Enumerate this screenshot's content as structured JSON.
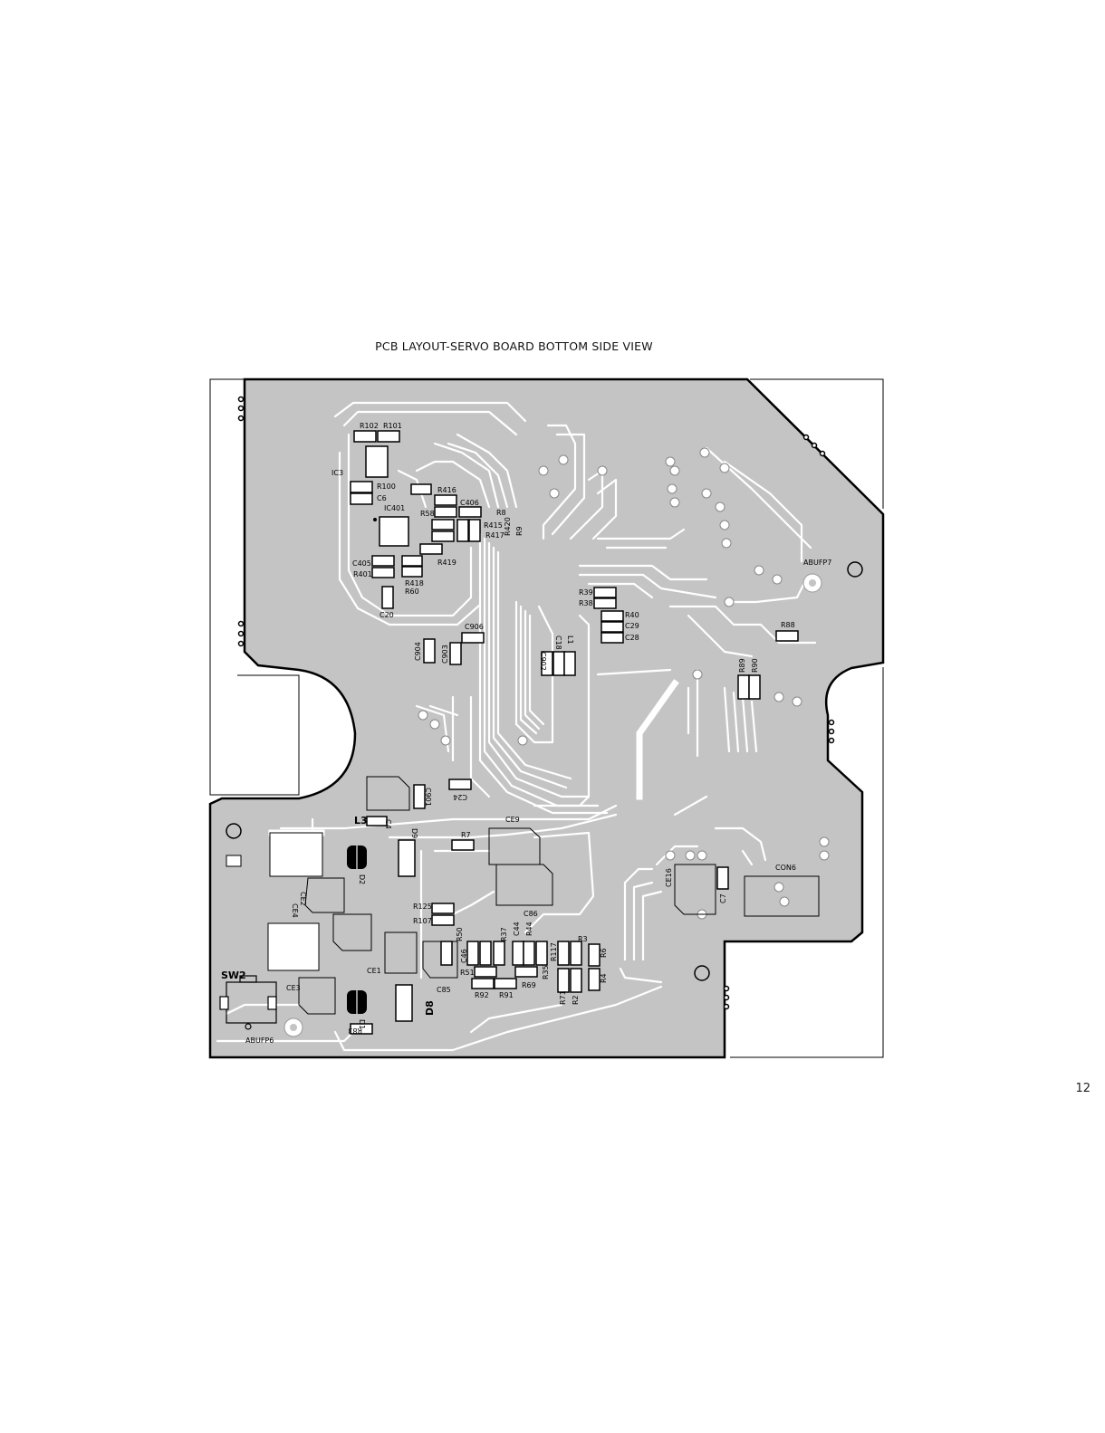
{
  "page": {
    "title": "PCB LAYOUT-SERVO BOARD BOTTOM SIDE VIEW",
    "page_number": "12"
  },
  "colors": {
    "board_fill": "#c4c4c4",
    "outline": "#000000",
    "trace": "#ffffff",
    "pad": "#ffffff",
    "background": "#ffffff"
  },
  "components": {
    "R102": "R102",
    "R101": "R101",
    "IC3": "IC3",
    "R100": "R100",
    "C6": "C6",
    "IC401": "IC401",
    "R416": "R416",
    "C406": "C406",
    "R58": "R58",
    "R8": "R8",
    "R415": "R415",
    "R417": "R417",
    "R420": "R420",
    "R9": "R9",
    "R419": "R419",
    "C405": "C405",
    "R401": "R401",
    "R418": "R418",
    "R60": "R60",
    "C20": "C20",
    "R39": "R39",
    "R38": "R38",
    "R40": "R40",
    "C29": "C29",
    "C28": "C28",
    "ABUFP7": "ABUFP7",
    "R88": "R88",
    "C906": "C906",
    "C904": "C904",
    "C903": "C903",
    "C902": "C902",
    "C18": "C18",
    "L1": "L1",
    "R89": "R89",
    "R90": "R90",
    "C901": "C901",
    "C24": "C24",
    "L3": "L3",
    "C4": "C4",
    "D9": "D9",
    "R7": "R7",
    "CE9": "CE9",
    "D2": "D2",
    "CE2": "CE2",
    "CE4": "CE4",
    "R125": "R125",
    "R107": "R107",
    "C86": "C86",
    "CE16": "CE16",
    "C7": "C7",
    "CON6": "CON6",
    "R50": "R50",
    "R37": "R37",
    "C44": "C44",
    "R44": "R44",
    "R3": "R3",
    "C46": "C46",
    "R117": "R117",
    "R6": "R6",
    "CE1": "CE1",
    "R51": "R51",
    "R35": "R35",
    "R69": "R69",
    "R4": "R4",
    "R2": "R2",
    "R71": "R71",
    "R92": "R92",
    "R91": "R91",
    "C85": "C85",
    "SW2": "SW2",
    "CE3": "CE3",
    "D8": "D8",
    "D1": "D1",
    "R83": "R83",
    "ABUFP6": "ABUFP6"
  }
}
